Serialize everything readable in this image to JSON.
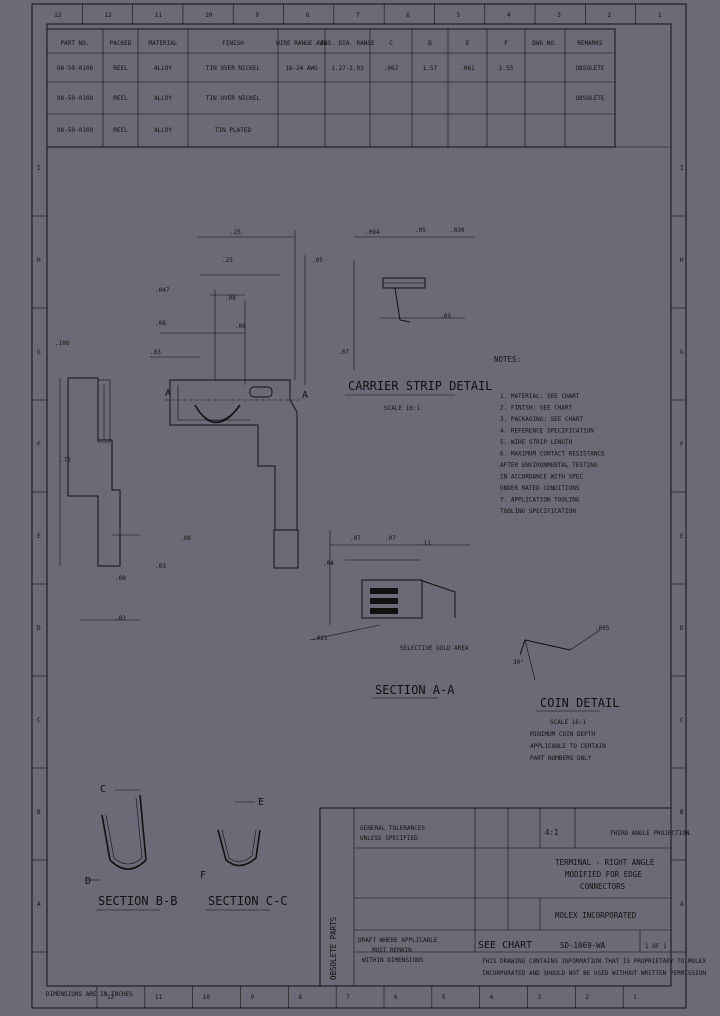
{
  "border": {
    "top_zones": [
      "12",
      "12",
      "11",
      "10",
      "9",
      "8",
      "7",
      "6",
      "5",
      "4",
      "3",
      "2",
      "1"
    ],
    "bottom_zones": [
      "12",
      "11",
      "10",
      "9",
      "8",
      "7",
      "6",
      "5",
      "4",
      "3",
      "2",
      "1"
    ],
    "right_zones": [
      "I",
      "H",
      "G",
      "F",
      "E",
      "D",
      "C",
      "B",
      "A"
    ],
    "left_zones": [
      "I",
      "H",
      "G",
      "F",
      "E",
      "D",
      "C",
      "B",
      "A"
    ]
  },
  "table": {
    "headers": [
      "PART NO.",
      "PACKED",
      "MATERIAL",
      "FINISH",
      "WIRE RANGE AWG",
      "INS. DIA. RANGE",
      "C",
      "D",
      "E",
      "F",
      "DWG NO.",
      "REMARKS"
    ],
    "rows": [
      [
        "08-50-0106",
        "REEL",
        "ALLOY",
        "TIN OVER NICKEL",
        "18-24 AWG",
        "1.27-2.03",
        ".062",
        "1.57",
        ".061",
        "1.55",
        "",
        "OBSOLETE"
      ],
      [
        "08-50-0108",
        "REEL",
        "ALLOY",
        "TIN OVER NICKEL",
        "",
        "",
        "",
        "",
        "",
        "",
        "",
        "OBSOLETE"
      ],
      [
        "08-50-0109",
        "REEL",
        "ALLOY",
        "TIN PLATED",
        "",
        "",
        "",
        "",
        "",
        "",
        "",
        ""
      ]
    ]
  },
  "labels": {
    "carrier_strip": "CARRIER STRIP DETAIL",
    "section_aa": "SECTION A-A",
    "section_bb": "SECTION B-B",
    "section_cc": "SECTION C-C",
    "coin_detail": "COIN DETAIL",
    "notes_title": "NOTES:",
    "obsolete": "OBSOLETE PARTS",
    "see_chart": "SEE CHART",
    "scale": "SCALE",
    "scale_val": "4:1",
    "sheet": "1 OF 1",
    "title1": "TERMINAL - RIGHT ANGLE",
    "title2": "MODIFIED FOR EDGE",
    "title3": "CONNECTORS",
    "company": "MOLEX INCORPORATED",
    "dwg_no": "SD-1069-WA",
    "prop_note1": "THIS DRAWING CONTAINS INFORMATION THAT IS PROPRIETARY TO MOLEX",
    "prop_note2": "INCORPORATED AND SHOULD NOT BE USED WITHOUT WRITTEN PERMISSION",
    "draft_note1": "DRAFT WHERE APPLICABLE",
    "draft_note2": "MUST REMAIN",
    "draft_note3": "WITHIN DIMENSIONS",
    "gen_tol1": "GENERAL TOLERANCES",
    "gen_tol2": "UNLESS SPECIFIED",
    "third_angle": "THIRD ANGLE PROJECTION",
    "selective": "SELECTIVE GOLD AREA",
    "label_a1": "A",
    "label_a2": "A",
    "label_c": "C",
    "label_d": "D",
    "label_e": "E",
    "label_f": "F",
    "corner_note": "DIMENSIONS ARE IN INCHES"
  },
  "notes": [
    "1. MATERIAL: SEE CHART",
    "2. FINISH: SEE CHART",
    "3. PACKAGING: SEE CHART",
    "4. REFERENCE SPECIFICATION",
    "5. WIRE STRIP LENGTH",
    "6. MAXIMUM CONTACT RESISTANCE",
    "   AFTER ENVIRONMENTAL TESTING",
    "   IN ACCORDANCE WITH SPEC",
    "   UNDER RATED CONDITIONS",
    "7. APPLICATION TOOLING",
    "   TOOLING SPECIFICATION"
  ],
  "coin_notes": [
    "SCALE 16:1",
    "MINIMUM COIN DEPTH",
    "APPLICABLE TO CERTAIN",
    "PART NUMBERS ONLY"
  ]
}
